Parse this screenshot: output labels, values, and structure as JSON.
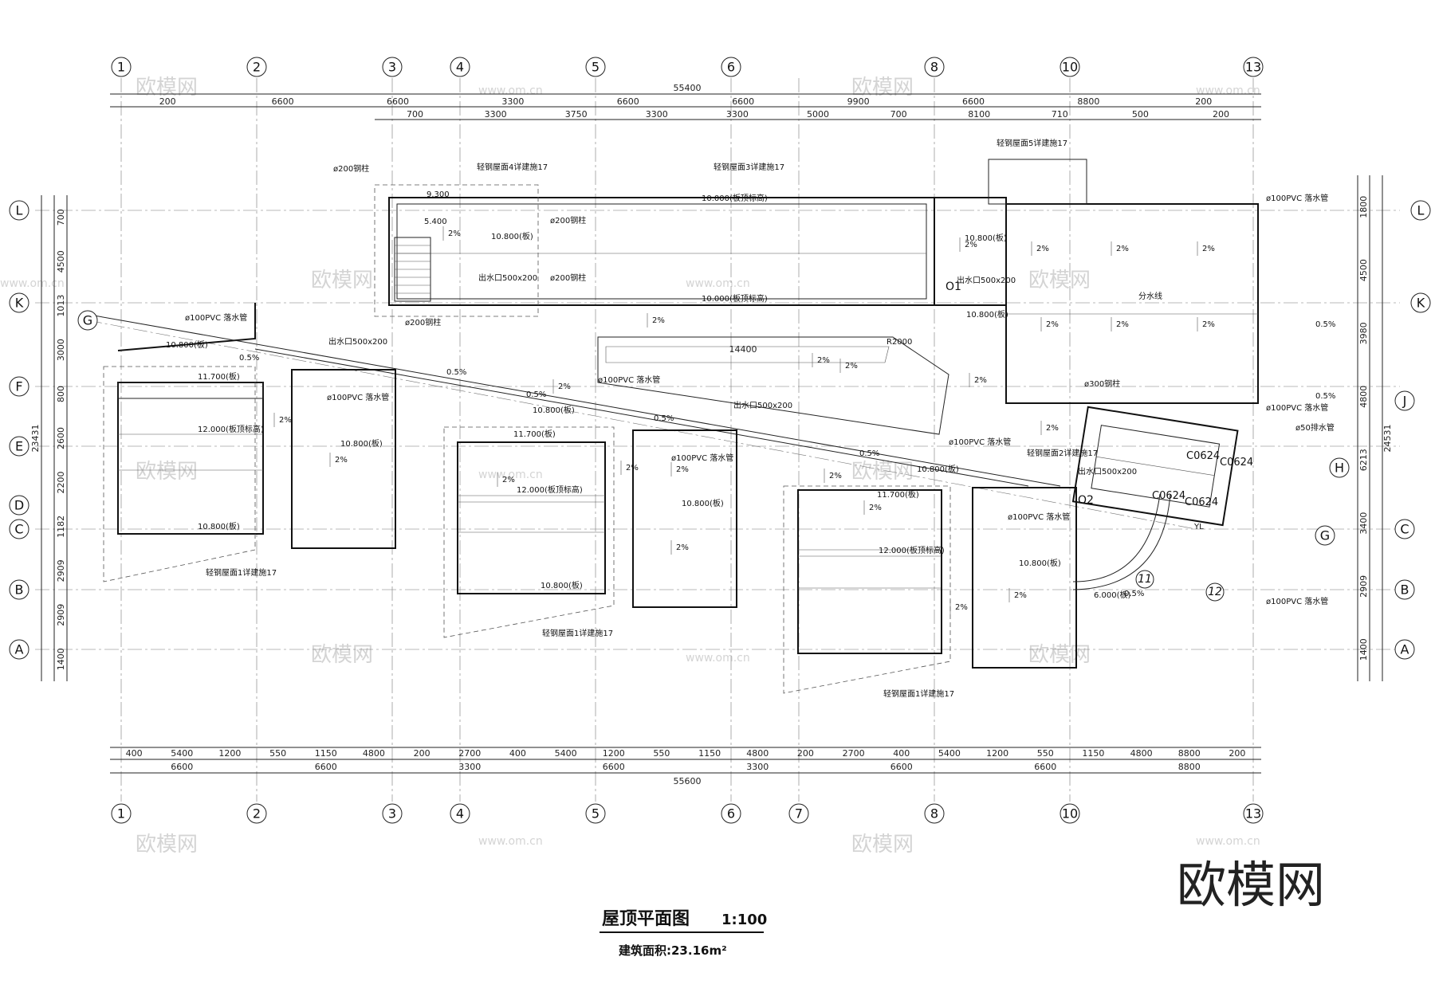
{
  "title": {
    "main": "屋顶平面图",
    "scale": "1:100",
    "area": "建筑面积:23.16m²"
  },
  "brand": "欧模网",
  "watermark": {
    "text": "欧模网",
    "url": "www.om.cn"
  },
  "axes_top": [
    "1",
    "2",
    "3",
    "4",
    "5",
    "6",
    "8",
    "10",
    "13"
  ],
  "axes_bottom": [
    "1",
    "2",
    "3",
    "4",
    "5",
    "6",
    "7",
    "8",
    "10",
    "13"
  ],
  "axes_left": [
    "L",
    "K",
    "G",
    "F",
    "E",
    "D",
    "C",
    "B",
    "A"
  ],
  "axes_right": [
    "L",
    "K",
    "J",
    "H",
    "G",
    "C",
    "B",
    "A"
  ],
  "dims_top": {
    "overall": "55400",
    "row1": [
      "200",
      "6600",
      "6600",
      "3300",
      "6600",
      "6600",
      "9900",
      "6600",
      "8800",
      "200"
    ],
    "row2": [
      "700",
      "3300",
      "3750",
      "3300",
      "3300",
      "5000",
      "700",
      "8100",
      "710",
      "500",
      "200"
    ]
  },
  "dims_bottom": {
    "overall": "55600",
    "row1": [
      "400",
      "5400",
      "1200",
      "550",
      "1150",
      "4800",
      "200",
      "2700",
      "400",
      "5400",
      "1200",
      "550",
      "1150",
      "4800",
      "200",
      "2700",
      "400",
      "5400",
      "1200",
      "550",
      "1150",
      "4800",
      "8800",
      "200"
    ],
    "row2": [
      "6600",
      "6600",
      "3300",
      "6600",
      "3300",
      "6600",
      "6600",
      "8800"
    ]
  },
  "dims_left": [
    "700",
    "4500",
    "1013",
    "3000",
    "800",
    "2600",
    "2200",
    "1182",
    "2909",
    "2909",
    "1400",
    "23431"
  ],
  "dims_right": [
    "1800",
    "4500",
    "3980",
    "4800",
    "6213",
    "3400",
    "2909",
    "1400",
    "24531"
  ],
  "notes": [
    "轻钢屋面4详建施17",
    "轻钢屋面3详建施17",
    "轻钢屋面5详建施17",
    "轻钢屋面1详建施17",
    "轻钢屋面2详建施17",
    "ø200钢柱",
    "ø300钢柱",
    "ø100PVC 落水管",
    "ø50排水管",
    "出水口500x200",
    "分水线",
    "10.000(板顶标高)",
    "12.000(板顶标高)",
    "10.800(板)",
    "11.700(板)",
    "9.300",
    "5.400",
    "6.000(板)",
    "14400",
    "2%",
    "0.5%",
    "C0624",
    "O1",
    "O2",
    "11",
    "12",
    "R2000",
    "YL"
  ]
}
